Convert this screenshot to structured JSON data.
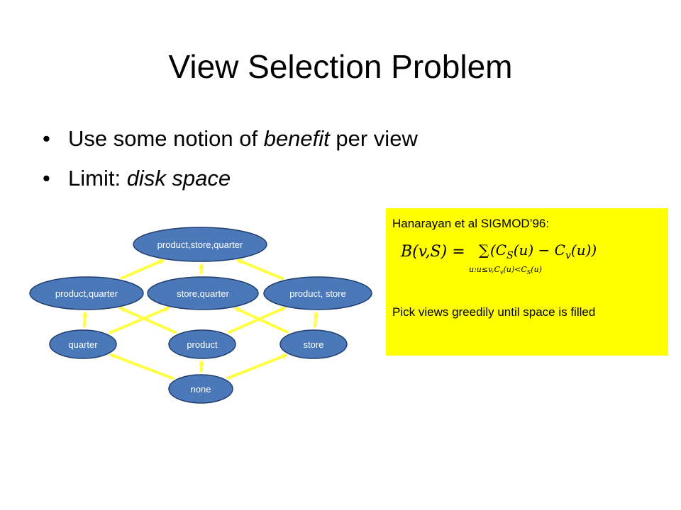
{
  "slide": {
    "title": "View Selection Problem",
    "bullets": [
      {
        "before": "Use some notion of ",
        "em": "benefit",
        "after": " per view"
      },
      {
        "before": "Limit: ",
        "em": "disk space",
        "after": ""
      }
    ]
  },
  "lattice": {
    "node_color": "#4a78b8",
    "node_stroke": "#223f6e",
    "edge_color": "#ffff44",
    "nodes": [
      {
        "id": "psq",
        "label": "product,store,quarter"
      },
      {
        "id": "pq",
        "label": "product,quarter"
      },
      {
        "id": "sq",
        "label": "store,quarter"
      },
      {
        "id": "ps",
        "label": "product, store"
      },
      {
        "id": "q",
        "label": "quarter"
      },
      {
        "id": "p",
        "label": "product"
      },
      {
        "id": "s",
        "label": "store"
      },
      {
        "id": "none",
        "label": "none"
      }
    ],
    "edges": [
      [
        "pq",
        "psq"
      ],
      [
        "sq",
        "psq"
      ],
      [
        "ps",
        "psq"
      ],
      [
        "q",
        "pq"
      ],
      [
        "q",
        "sq"
      ],
      [
        "p",
        "pq"
      ],
      [
        "p",
        "ps"
      ],
      [
        "s",
        "sq"
      ],
      [
        "s",
        "ps"
      ],
      [
        "none",
        "q"
      ],
      [
        "none",
        "p"
      ],
      [
        "none",
        "s"
      ]
    ]
  },
  "callout": {
    "background": "#ffff00",
    "heading": "Hanarayan et al SIGMOD’96:",
    "pick_text": "Pick views greedily until space is filled",
    "formula": {
      "lhs": "B(v,S) =",
      "sum": "∑",
      "numerator": "(C",
      "numerator_sub": "S",
      "numerator_mid": "(u) − C",
      "numerator_sub2": "v",
      "numerator_end": "(u))",
      "under": "u:u≤v,C",
      "under_sub": "v",
      "under_mid": "(u)<C",
      "under_sub2": "S",
      "under_end": "(u)"
    }
  }
}
